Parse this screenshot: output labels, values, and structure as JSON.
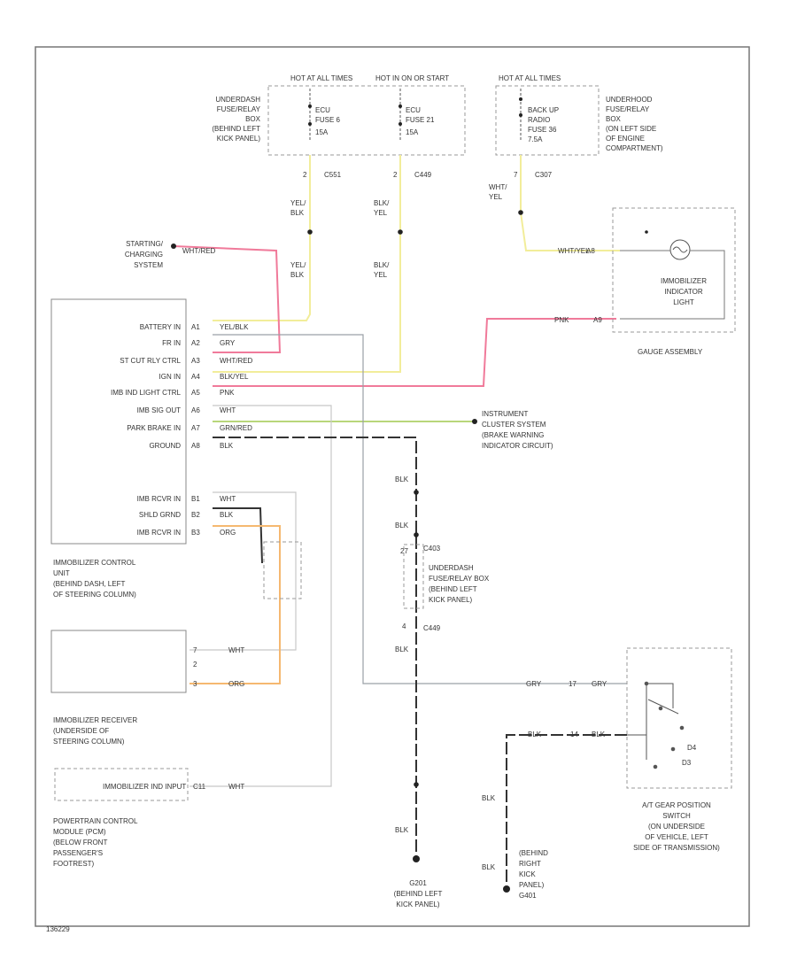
{
  "fuse_boxes": {
    "hot_at_all_times_1": "HOT AT ALL TIMES",
    "hot_in_on_start": "HOT IN ON OR START",
    "hot_at_all_times_2": "HOT AT ALL TIMES",
    "fuse_ecu_6": [
      "ECU",
      "FUSE 6",
      "15A"
    ],
    "fuse_ecu_21": [
      "ECU",
      "FUSE 21",
      "15A"
    ],
    "fuse_backup": [
      "BACK UP",
      "RADIO",
      "FUSE 36",
      "7.5A"
    ],
    "underdash_box": [
      "UNDERDASH",
      "FUSE/RELAY",
      "BOX",
      "(BEHIND LEFT",
      "KICK PANEL)"
    ],
    "underhood_box": [
      "UNDERHOOD",
      "FUSE/RELAY",
      "BOX",
      "(ON LEFT SIDE",
      "OF ENGINE",
      "COMPARTMENT)"
    ]
  },
  "connectors": {
    "c551": "C551",
    "c449": "C449",
    "c307": "C307",
    "c403": "C403",
    "pin2a": "2",
    "pin2b": "2",
    "pin7": "7",
    "pin4": "4",
    "pin27": "27"
  },
  "wire_labels": {
    "yel_blk_1": [
      "YEL/",
      "BLK"
    ],
    "blk_yel_1": [
      "BLK/",
      "YEL"
    ],
    "wht_yel": [
      "WHT/",
      "YEL"
    ],
    "yel_blk_2": [
      "YEL/",
      "BLK"
    ],
    "blk_yel_2": [
      "BLK/",
      "YEL"
    ],
    "wht_red": "WHT/RED",
    "wht_yel_h": "WHT/YEL",
    "pnk": "PNK",
    "blk_1": "BLK",
    "blk_2": "BLK",
    "blk_3": "BLK",
    "blk_4": "BLK",
    "blk_5": "BLK",
    "blk_6": "BLK",
    "blk_7": "BLK",
    "grn_1": "GRY",
    "grn_2": "GRY",
    "blk_m1": "BLK",
    "blk_m2": "BLK",
    "wht_a": "WHT",
    "orn_a": "ORG",
    "wht_b": "WHT"
  },
  "pins": {
    "a7": "A7",
    "a8": "A8",
    "a2": "A2",
    "a5": "A5",
    "a6": "A6",
    "a9": "A9",
    "a4": "A4",
    "a3": "A3",
    "b1": "B1",
    "b2": "B2",
    "b3": "B3",
    "n7": "7",
    "n2": "2",
    "n3": "3",
    "c11": "C11",
    "p17": "17",
    "p14": "14"
  },
  "control_unit_pins": [
    {
      "name": "BATTERY IN",
      "pin": "A1",
      "wire": "YEL/BLK"
    },
    {
      "name": "FR IN",
      "pin": "A2",
      "wire": "GRY"
    },
    {
      "name": "ST CUT RLY CTRL",
      "pin": "A3",
      "wire": "WHT/RED"
    },
    {
      "name": "IGN IN",
      "pin": "A4",
      "wire": "BLK/YEL"
    },
    {
      "name": "IMB IND LIGHT CTRL",
      "pin": "A5",
      "wire": "PNK"
    },
    {
      "name": "IMB SIG OUT",
      "pin": "A6",
      "wire": "WHT"
    },
    {
      "name": "PARK BRAKE IN",
      "pin": "A7",
      "wire": "GRN/RED"
    },
    {
      "name": "GROUND",
      "pin": "A8",
      "wire": "BLK"
    }
  ],
  "rcvr_pins": [
    {
      "name": "IMB RCVR IN",
      "pin": "B1",
      "wire": "WHT"
    },
    {
      "name": "SHLD GRND",
      "pin": "B2",
      "wire": "BLK"
    },
    {
      "name": "IMB RCVR IN",
      "pin": "B3",
      "wire": "ORG"
    }
  ],
  "components": {
    "starting": [
      "STARTING/",
      "CHARGING",
      "SYSTEM"
    ],
    "immobilizer_cu": [
      "IMMOBILIZER CONTROL",
      "UNIT",
      "(BEHIND DASH, LEFT",
      "OF STEERING COLUMN)"
    ],
    "receiver": [
      "IMMOBILIZER RECEIVER",
      "(UNDERSIDE OF",
      "STEERING COLUMN)"
    ],
    "pcm": [
      "POWERTRAIN CONTROL",
      "MODULE (PCM)",
      "(BELOW FRONT",
      "PASSENGER'S",
      "FOOTREST)"
    ],
    "pcm_input": "IMMOBILIZER IND INPUT",
    "gauge": "GAUGE ASSEMBLY",
    "indicator": [
      "IMMOBILIZER",
      "INDICATOR",
      "LIGHT"
    ],
    "cluster": [
      "INSTRUMENT",
      "CLUSTER SYSTEM",
      "(BRAKE WARNING",
      "INDICATOR CIRCUIT)"
    ],
    "underdash_fr": [
      "UNDERDASH",
      "FUSE/RELAY BOX",
      "(BEHIND LEFT",
      "KICK PANEL)"
    ],
    "g201": [
      "G201",
      "(BEHIND LEFT",
      "KICK PANEL)"
    ],
    "g401_box": [
      "(BEHIND",
      "RIGHT",
      "KICK",
      "PANEL)",
      "G401"
    ],
    "at_switch": [
      "A/T GEAR POSITION",
      "SWITCH",
      "(ON UNDERSIDE",
      "OF VEHICLE, LEFT",
      "SIDE OF TRANSMISSION)"
    ],
    "d4": "D4",
    "d3": "D3",
    "diagram_id": "136229"
  },
  "colors": {
    "yellow": "#f2ed9a",
    "pink": "#f07a9a",
    "orange": "#f5b870",
    "green": "#b8d67a",
    "gray": "#9aa0a6",
    "black": "#333333"
  }
}
